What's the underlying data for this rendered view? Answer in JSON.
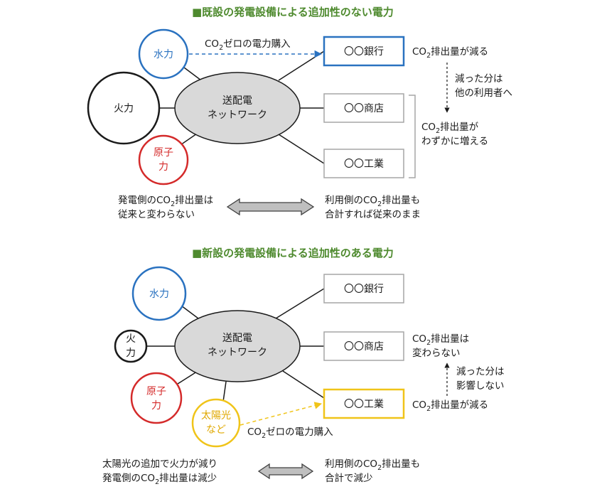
{
  "section1": {
    "heading": "■既設の発電設備による追加性のない電力",
    "grid_line1": "送配電",
    "grid_line2": "ネットワーク",
    "hydro": "水力",
    "thermal": "火力",
    "nuclear_line1": "原子",
    "nuclear_line2": "力",
    "purchase_prefix": "CO",
    "purchase_sub": "2",
    "purchase_suffix": "ゼロの電力購入",
    "bank": "〇〇銀行",
    "shop": "〇〇商店",
    "industry": "〇〇工業",
    "reduce_prefix": "CO",
    "reduce_sub": "2",
    "reduce_suffix": "排出量が減る",
    "shift_line1": "減った分は",
    "shift_line2": "他の利用者へ",
    "increase_prefix": "CO",
    "increase_sub": "2",
    "increase_suffix": "排出量が",
    "increase_line2": "わずかに増える",
    "left_note_line1_prefix": "発電側のCO",
    "left_note_line1_sub": "2",
    "left_note_line1_suffix": "排出量は",
    "left_note_line2": "従来と変わらない",
    "right_note_line1_prefix": "利用側のCO",
    "right_note_line1_sub": "2",
    "right_note_line1_suffix": "排出量も",
    "right_note_line2": "合計すれば従来のまま"
  },
  "section2": {
    "heading": "■新設の発電設備による追加性のある電力",
    "grid_line1": "送配電",
    "grid_line2": "ネットワーク",
    "hydro": "水力",
    "thermal_line1": "火",
    "thermal_line2": "力",
    "nuclear_line1": "原子",
    "nuclear_line2": "力",
    "solar_line1": "太陽光",
    "solar_line2": "など",
    "bank": "〇〇銀行",
    "shop": "〇〇商店",
    "industry": "〇〇工業",
    "nochange_prefix": "CO",
    "nochange_sub": "2",
    "nochange_suffix": "排出量は",
    "nochange_line2": "変わらない",
    "noeffect_line1": "減った分は",
    "noeffect_line2": "影響しない",
    "reduce_prefix": "CO",
    "reduce_sub": "2",
    "reduce_suffix": "排出量が減る",
    "purchase_prefix": "CO",
    "purchase_sub": "2",
    "purchase_suffix": "ゼロの電力購入",
    "left_note_line1": "太陽光の追加で火力が減り",
    "left_note_line2_prefix": "発電側のCO",
    "left_note_line2_sub": "2",
    "left_note_line2_suffix": "排出量は減少",
    "right_note_line1_prefix": "利用側のCO",
    "right_note_line1_sub": "2",
    "right_note_line1_suffix": "排出量も",
    "right_note_line2": "合計で減少"
  },
  "colors": {
    "heading": "#4e8a2e",
    "hydro": "#2a72c0",
    "nuclear": "#d42a2a",
    "solar": "#f0c419",
    "grid_fill": "#d9d9d9",
    "box_border": "#a6a6a6"
  }
}
